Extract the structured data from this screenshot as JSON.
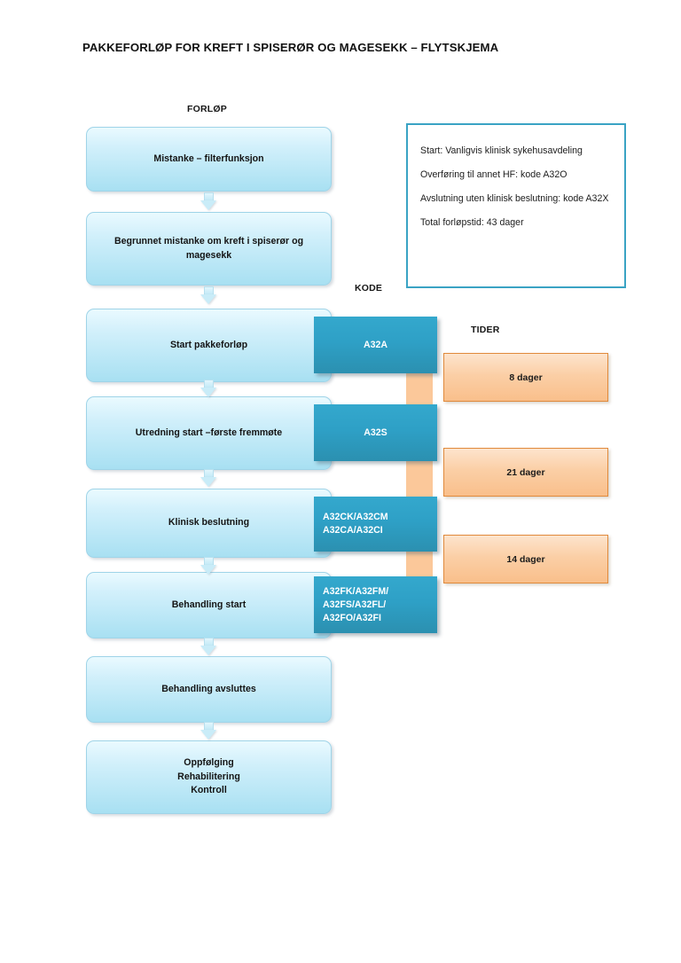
{
  "page": {
    "title": "PAKKEFORLØP FOR KREFT I SPISERØR OG MAGESEKK – FLYTSKJEMA"
  },
  "headers": {
    "forlop": "FORLØP",
    "kode": "KODE",
    "tider": "TIDER"
  },
  "info_box": {
    "lines": [
      "Start: Vanligvis klinisk sykehusavdeling",
      "Overføring til annet HF: kode A32O",
      "Avslutning uten klinisk beslutning: kode A32X",
      "Total forløpstid: 43 dager"
    ]
  },
  "flow_steps": [
    {
      "label": "Mistanke – filterfunksjon"
    },
    {
      "label": "Begrunnet mistanke om kreft i spiserør og magesekk"
    },
    {
      "label": "Start pakkeforløp"
    },
    {
      "label": "Utredning start –første fremmøte"
    },
    {
      "label": "Klinisk beslutning"
    },
    {
      "label": "Behandling start"
    },
    {
      "label": "Behandling avsluttes"
    },
    {
      "label": "Oppfølging\nRehabilitering\nKontroll"
    }
  ],
  "codes": [
    {
      "label": "A32A"
    },
    {
      "label": "A32S"
    },
    {
      "label": "A32CK/A32CM\nA32CA/A32CI"
    },
    {
      "label": "A32FK/A32FM/\nA32FS/A32FL/\nA32FO/A32FI"
    }
  ],
  "times": [
    {
      "label": "8 dager"
    },
    {
      "label": "21 dager"
    },
    {
      "label": "14 dager"
    }
  ],
  "colors": {
    "accent_teal": "#2ea0c6",
    "flow_blue": "#a8e0f2",
    "time_orange": "#fbc89a",
    "info_border": "#3aa3c4"
  }
}
